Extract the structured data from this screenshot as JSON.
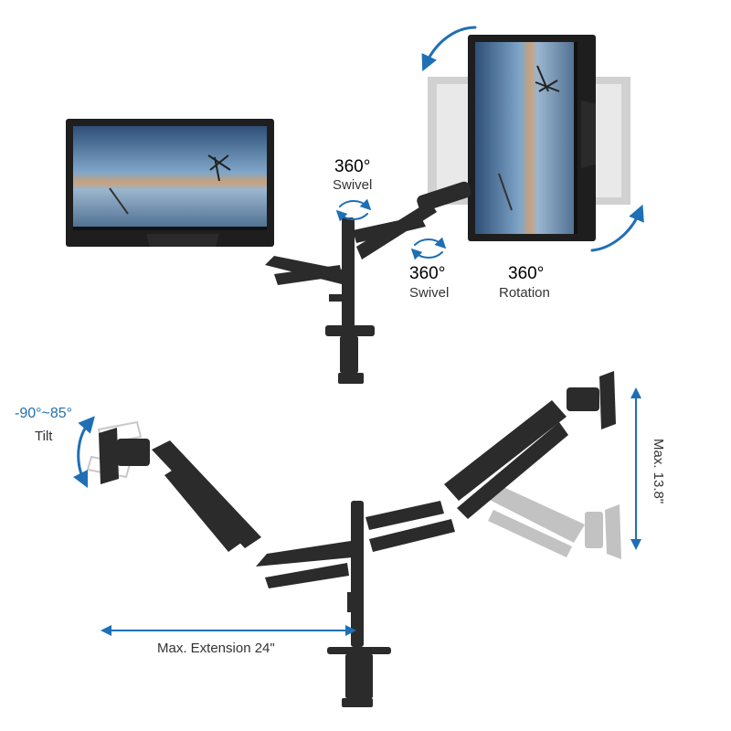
{
  "colors": {
    "accent": "#1f6fb5",
    "arm": "#2b2b2b",
    "ghost": "#bdbdbd",
    "screen_sky": "#5a86b2",
    "screen_water": "#9bb6cf"
  },
  "top_view": {
    "swivel_upper": {
      "degrees": "360°",
      "word": "Swivel"
    },
    "swivel_lower": {
      "degrees": "360°",
      "word": "Swivel"
    },
    "rotation": {
      "degrees": "360°",
      "word": "Rotation"
    }
  },
  "bottom_view": {
    "tilt": {
      "range": "-90°~85°",
      "word": "Tilt"
    },
    "height": {
      "text": "Max. 13.8\""
    },
    "extension": {
      "text": "Max. Extension 24\""
    }
  },
  "icons": [
    "rotate-arrow-icon",
    "swivel-arrow-icon",
    "tilt-arrow-icon",
    "double-arrow-icon"
  ]
}
